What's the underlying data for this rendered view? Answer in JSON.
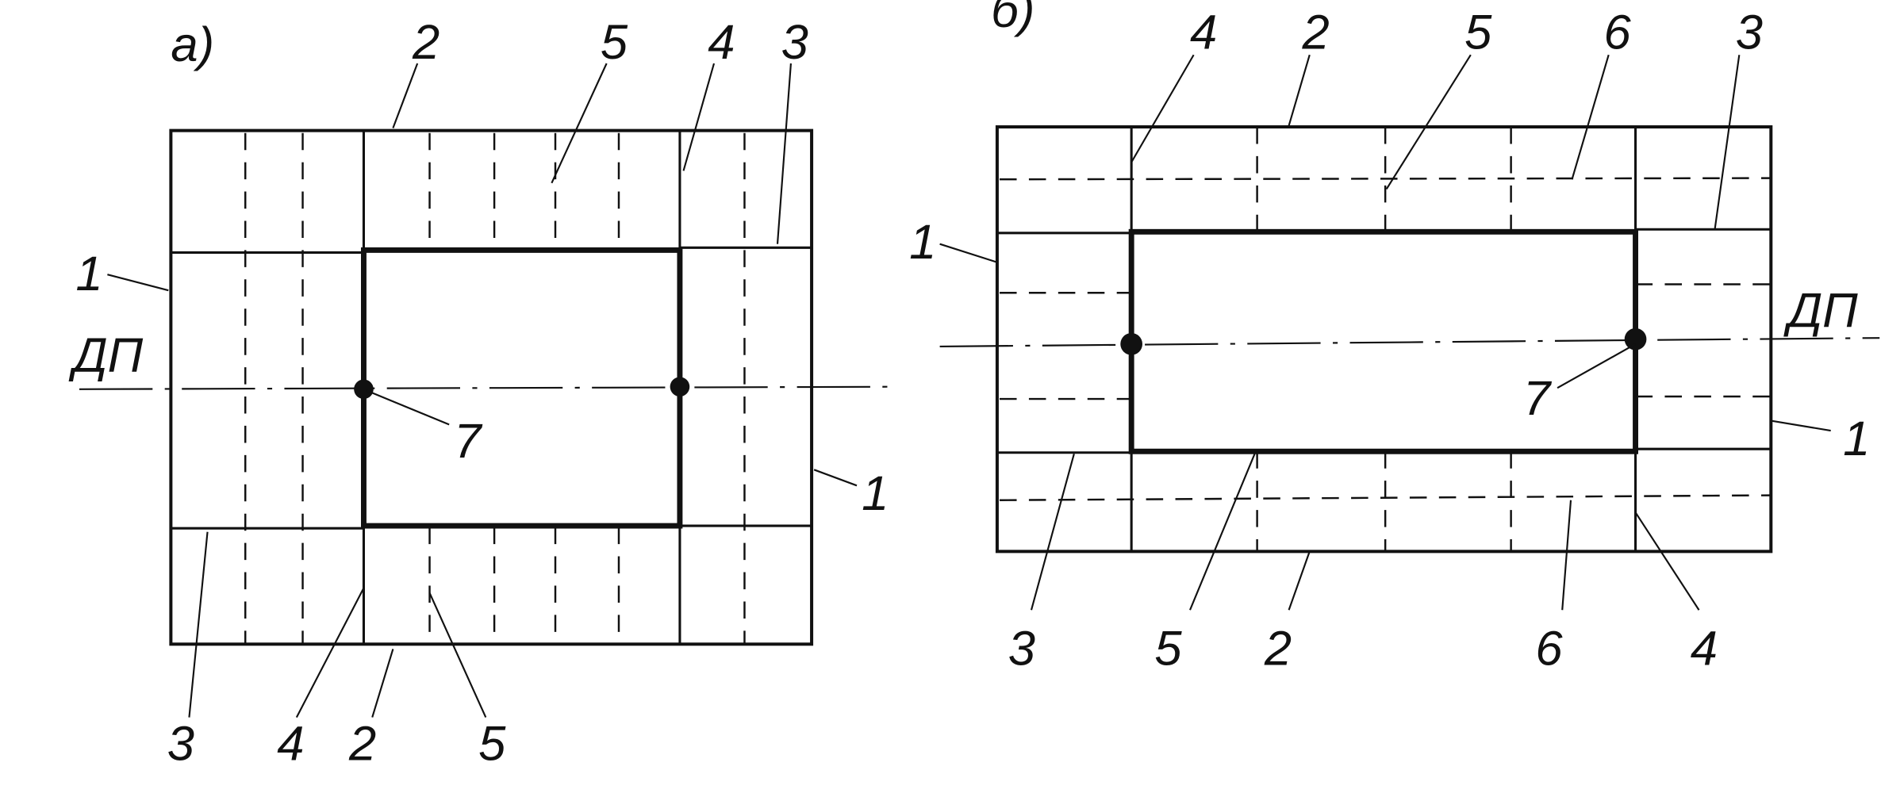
{
  "figure_a": {
    "label": "а)",
    "axis_label": "ДП",
    "callouts_top": [
      "2",
      "5",
      "4",
      "3"
    ],
    "callouts_left": [
      "1"
    ],
    "callouts_right": [
      "1"
    ],
    "callout_pivot": "7",
    "callouts_bottom": [
      "3",
      "4",
      "2",
      "5"
    ]
  },
  "figure_b": {
    "label": "б)",
    "axis_label": "ДП",
    "callouts_top": [
      "4",
      "2",
      "5",
      "6",
      "3"
    ],
    "callouts_left": [
      "1"
    ],
    "callouts_right": [
      "1"
    ],
    "callout_pivot": "7",
    "callouts_bottom": [
      "3",
      "5",
      "2",
      "6",
      "4"
    ]
  }
}
